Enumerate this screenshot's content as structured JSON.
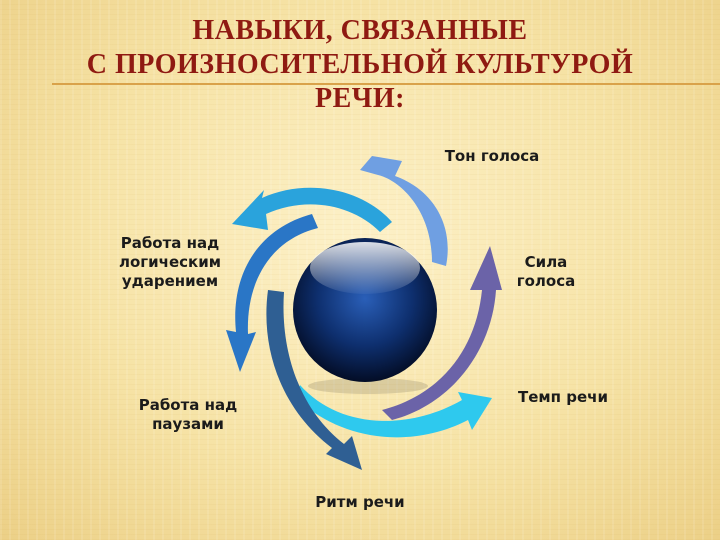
{
  "title": {
    "line1": "НАВЫКИ, СВЯЗАННЫЕ",
    "line2": "С ПРОИЗНОСИТЕЛЬНОЙ КУЛЬТУРОЙ",
    "line3": "РЕЧИ:"
  },
  "skills": [
    {
      "label": "Тон голоса",
      "color": "#6f9fe2"
    },
    {
      "label": "Сила\nголоса",
      "color": "#6b63a8"
    },
    {
      "label": "Темп речи",
      "color": "#2ec9ee"
    },
    {
      "label": "Ритм речи",
      "color": "#2f5f93"
    },
    {
      "label": "Работа над\nпаузами",
      "color": "#2a76c6"
    },
    {
      "label": "Работа над\nлогическим\nударением",
      "color": "#2aa3dc"
    }
  ],
  "colors": {
    "title": "#8f1a12",
    "sphere": "#0e2f6e"
  }
}
